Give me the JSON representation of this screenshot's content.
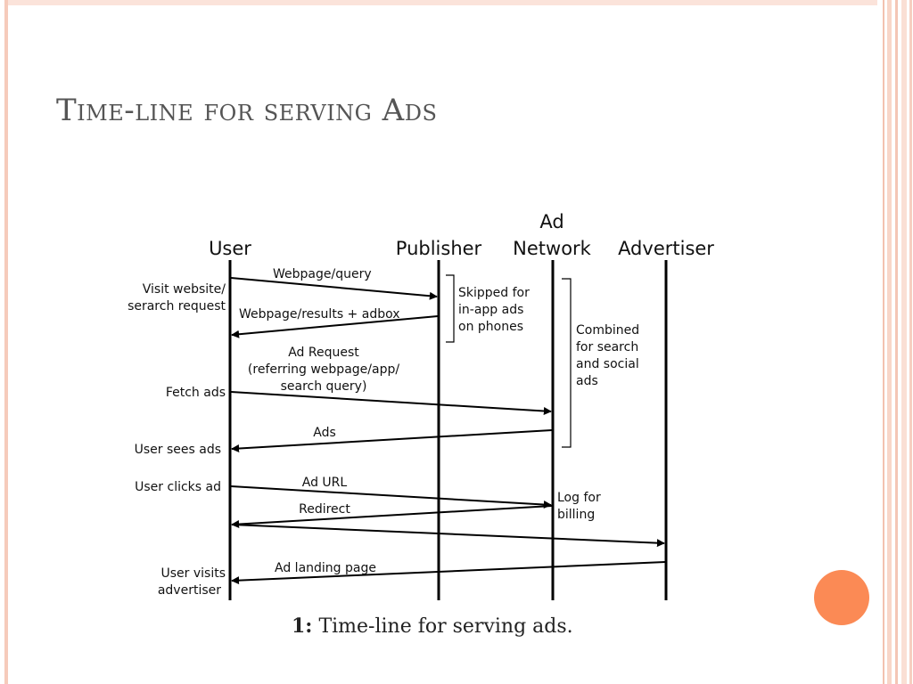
{
  "slide": {
    "title": "Time-line for serving Ads",
    "caption_num": "1:",
    "caption_text": "Time-line for serving ads."
  },
  "diagram": {
    "participants": {
      "user": "User",
      "publisher": "Publisher",
      "adnetwork_line1": "Ad",
      "adnetwork_line2": "Network",
      "advertiser": "Advertiser"
    },
    "messages": {
      "webpage_query": "Webpage/query",
      "webpage_results": "Webpage/results + adbox",
      "ad_request_1": "Ad Request",
      "ad_request_2": "(referring webpage/app/",
      "ad_request_3": "search query)",
      "ads": "Ads",
      "ad_url": "Ad URL",
      "redirect": "Redirect",
      "ad_landing": "Ad landing page"
    },
    "side_labels": {
      "visit_1": "Visit website/",
      "visit_2": "serarch request",
      "fetch": "Fetch ads",
      "sees": "User sees ads",
      "clicks": "User clicks ad",
      "visits_1": "User visits",
      "visits_2": "advertiser"
    },
    "notes": {
      "skipped_1": "Skipped for",
      "skipped_2": "in-app ads",
      "skipped_3": "on phones",
      "combined_1": "Combined",
      "combined_2": "for search",
      "combined_3": "and social",
      "combined_4": "ads",
      "log_1": "Log for",
      "log_2": "billing"
    }
  },
  "colors": {
    "accent_circle": "#fb8a55",
    "frame": "#f6cbbb"
  }
}
